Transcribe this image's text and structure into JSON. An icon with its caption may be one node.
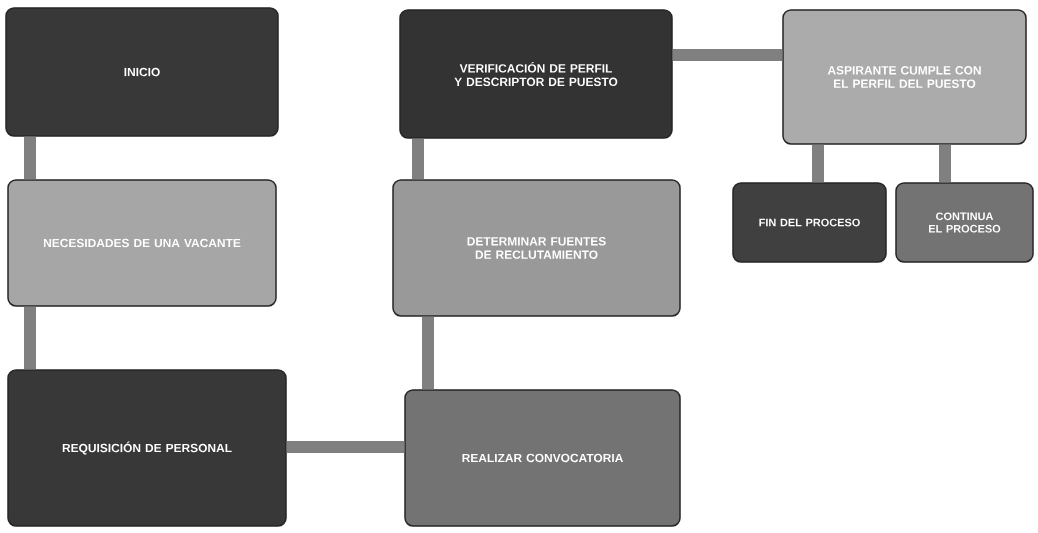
{
  "diagram": {
    "nodes": [
      {
        "text": [
          "INICIO"
        ]
      },
      {
        "text": [
          "NECESIDADES DE UNA VACANTE"
        ]
      },
      {
        "text": [
          "REQUISICIÓN DE PERSONAL"
        ]
      },
      {
        "text": [
          "REALIZAR CONVOCATORIA"
        ]
      },
      {
        "text": [
          "DETERMINAR FUENTES DE RECLUTAMIENTO"
        ]
      },
      {
        "text": [
          "VERIFICACIÓN DE PERFIL Y DESCRIPTOR DE PUESTO"
        ]
      },
      {
        "text": [
          "ASPIRANTE CUMPLE CON EL PERFIL DEL PUESTO"
        ]
      },
      {
        "text": [
          "FIN DEL PROCESO"
        ]
      },
      {
        "text": [
          "CONTINUA EL PROCESO"
        ]
      }
    ],
    "edges": [
      {
        "from": 0,
        "to": 1,
        "arrow": "none"
      },
      {
        "from": 1,
        "to": 2,
        "arrow": "none"
      },
      {
        "from": 2,
        "to": 3,
        "arrow": "none"
      },
      {
        "from": 3,
        "to": 4,
        "arrow": "none"
      },
      {
        "from": 4,
        "to": 5,
        "arrow": "none"
      },
      {
        "from": 5,
        "to": 6,
        "arrow": "none"
      },
      {
        "from": 6,
        "to": 7,
        "arrow": "none"
      },
      {
        "from": 6,
        "to": 8,
        "arrow": "none"
      }
    ]
  }
}
